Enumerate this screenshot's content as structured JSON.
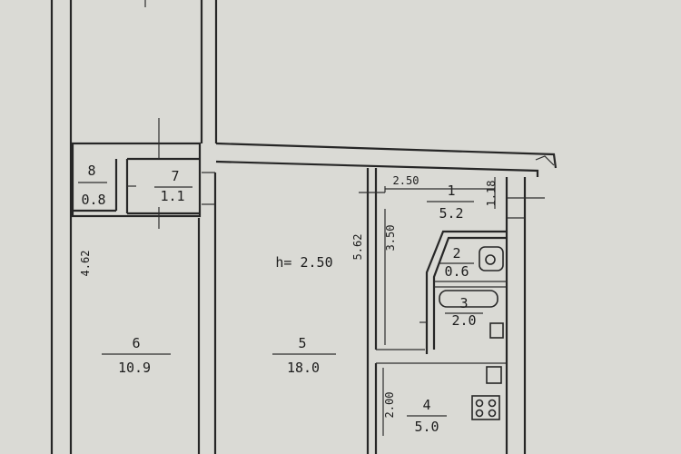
{
  "plan": {
    "ceiling_height": "h= 2.50",
    "rooms": [
      {
        "id": "8",
        "number": "8",
        "area": "0.8"
      },
      {
        "id": "7",
        "number": "7",
        "area": "1.1"
      },
      {
        "id": "1",
        "number": "1",
        "area": "5.2"
      },
      {
        "id": "2",
        "number": "2",
        "area": "0.6"
      },
      {
        "id": "3",
        "number": "3",
        "area": "2.0"
      },
      {
        "id": "4",
        "number": "4",
        "area": "5.0"
      },
      {
        "id": "5",
        "number": "5",
        "area": "18.0"
      },
      {
        "id": "6",
        "number": "6",
        "area": "10.9"
      }
    ],
    "dimensions": {
      "room6_length": "4.62",
      "room5_length": "5.62",
      "hall_width": "2.50",
      "hall_side": "1.18",
      "hall_length": "3.50",
      "kitchen_width": "2.00"
    }
  }
}
